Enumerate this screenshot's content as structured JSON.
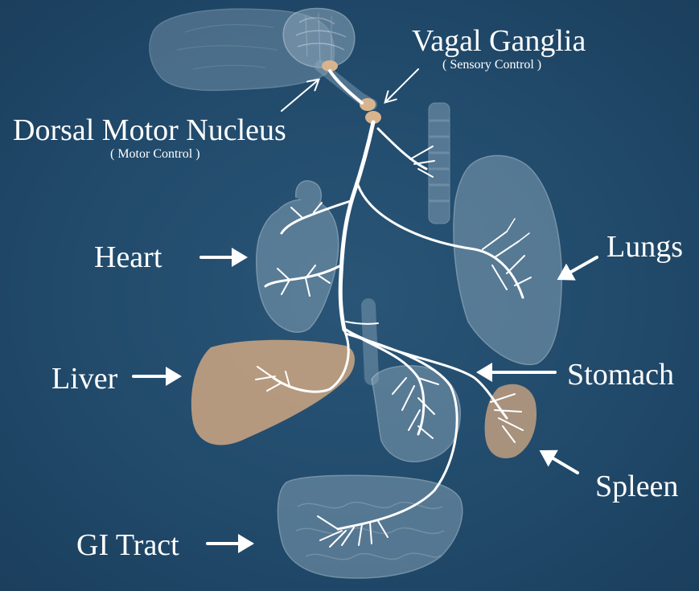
{
  "labels": {
    "vagal_ganglia": "Vagal Ganglia",
    "vagal_ganglia_sub": "( Sensory Control )",
    "dorsal_motor_nucleus": "Dorsal Motor Nucleus",
    "dorsal_motor_nucleus_sub": "( Motor Control )",
    "heart": "Heart",
    "lungs": "Lungs",
    "liver": "Liver",
    "stomach": "Stomach",
    "spleen": "Spleen",
    "gi_tract": "GI Tract"
  },
  "colors": {
    "background": "#214a6b",
    "nerve": "#ffffff",
    "organ_translucent": "#8aa6ba",
    "organ_tan": "#c9a481",
    "ganglia": "#d8b48e"
  }
}
